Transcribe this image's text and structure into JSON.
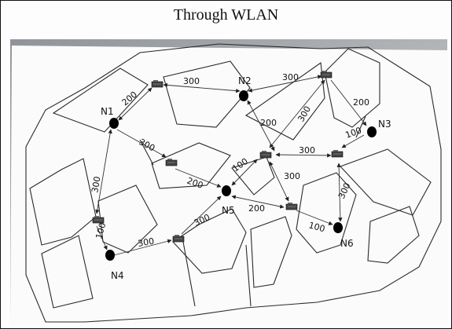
{
  "title": "Through WLAN",
  "diagram": {
    "nodes": [
      {
        "id": "N1",
        "label": "N1"
      },
      {
        "id": "N2",
        "label": "N2"
      },
      {
        "id": "N3",
        "label": "N3"
      },
      {
        "id": "N4",
        "label": "N4"
      },
      {
        "id": "N5",
        "label": "N5"
      },
      {
        "id": "N6",
        "label": "N6"
      }
    ],
    "edge_labels": {
      "r1_r2": "300",
      "n2_r3": "300",
      "n1_r1": "200",
      "r3_n3": "200",
      "n2_r4": "200",
      "r3_r4": "300",
      "n1_r5": "300",
      "r4_r6": "300",
      "n3_r6": "100",
      "n1_r8": "300",
      "r5_n5": "200",
      "n5_r4": "100",
      "r4_r7": "300",
      "r6_n6": "300",
      "r8_n4": "100",
      "n4_r9": "300",
      "n5_r9": "300",
      "n5_r7": "200",
      "r7_n6": "100"
    },
    "colors": {
      "paper": "#fbfbfb",
      "ink": "#1a1a1a",
      "background": "#a9adb1",
      "node": "#000000"
    }
  }
}
